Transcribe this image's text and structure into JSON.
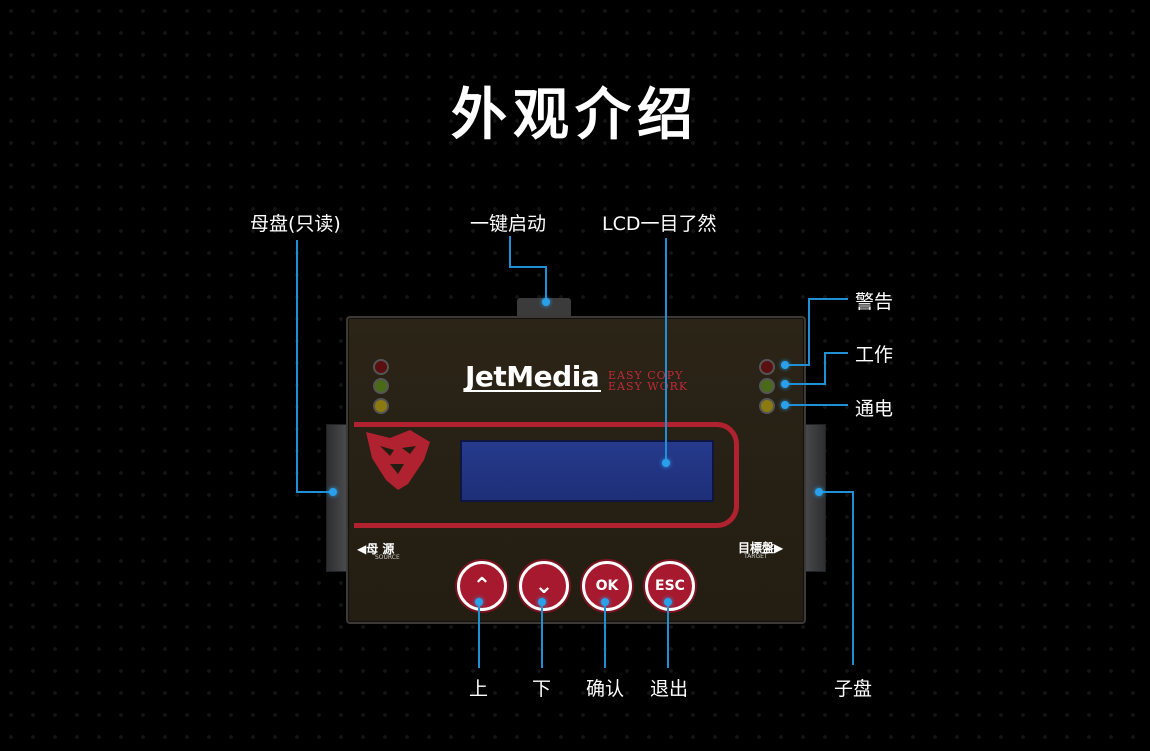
{
  "title": "外观介绍",
  "callouts": {
    "source_disk": "母盘(只读)",
    "one_key_start": "一键启动",
    "lcd": "LCD一目了然",
    "warning": "警告",
    "working": "工作",
    "power": "通电",
    "target_disk": "子盘",
    "up": "上",
    "down": "下",
    "confirm": "确认",
    "exit": "退出"
  },
  "device": {
    "brand": "JetMedia",
    "slogan_line1": "EASY COPY",
    "slogan_line2": "EASY WORK",
    "source_label": "◀母 源",
    "source_sub": "SOURCE",
    "target_label": "目標盤▶",
    "target_sub": "TARGET",
    "buttons": {
      "up": "⌃",
      "down": "⌄",
      "ok": "OK",
      "esc": "ESC"
    }
  },
  "colors": {
    "accent_line": "#1f8fd6",
    "brand_red": "#b0222f",
    "lcd_blue": "#263a8c"
  }
}
